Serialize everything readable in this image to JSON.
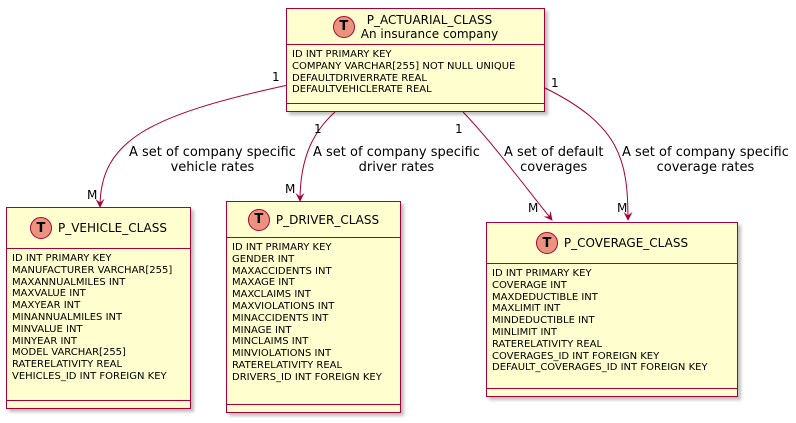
{
  "entities": {
    "actuarial": {
      "badge": "T",
      "name": "P_ACTUARIAL_CLASS",
      "subtitle": "An insurance company",
      "attributes": [
        "ID INT PRIMARY KEY",
        "COMPANY VARCHAR[255] NOT NULL UNIQUE",
        "DEFAULTDRIVERRATE REAL",
        "DEFAULTVEHICLERATE REAL"
      ]
    },
    "vehicle": {
      "badge": "T",
      "name": "P_VEHICLE_CLASS",
      "attributes": [
        "ID INT PRIMARY KEY",
        "MANUFACTURER VARCHAR[255]",
        "MAXANNUALMILES INT",
        "MAXVALUE INT",
        "MAXYEAR INT",
        "MINANNUALMILES INT",
        "MINVALUE INT",
        "MINYEAR INT",
        "MODEL VARCHAR[255]",
        "RATERELATIVITY REAL",
        "VEHICLES_ID INT FOREIGN KEY"
      ]
    },
    "driver": {
      "badge": "T",
      "name": "P_DRIVER_CLASS",
      "attributes": [
        "ID INT PRIMARY KEY",
        "GENDER INT",
        "MAXACCIDENTS INT",
        "MAXAGE INT",
        "MAXCLAIMS INT",
        "MAXVIOLATIONS INT",
        "MINACCIDENTS INT",
        "MINAGE INT",
        "MINCLAIMS INT",
        "MINVIOLATIONS INT",
        "RATERELATIVITY REAL",
        "DRIVERS_ID INT FOREIGN KEY"
      ]
    },
    "coverage": {
      "badge": "T",
      "name": "P_COVERAGE_CLASS",
      "attributes": [
        "ID INT PRIMARY KEY",
        "COVERAGE INT",
        "MAXDEDUCTIBLE INT",
        "MAXLIMIT INT",
        "MINDEDUCTIBLE INT",
        "MINLIMIT INT",
        "RATERELATIVITY REAL",
        "COVERAGES_ID INT FOREIGN KEY",
        "DEFAULT_COVERAGES_ID INT FOREIGN KEY"
      ]
    }
  },
  "relations": {
    "vehicle": {
      "label": "A set of company specific\nvehicle rates",
      "from_card": "1",
      "to_card": "M"
    },
    "driver": {
      "label": "A set of company specific\ndriver rates",
      "from_card": "1",
      "to_card": "M"
    },
    "default_cov": {
      "label": "A set of default\ncoverages",
      "from_card": "1",
      "to_card": "M"
    },
    "company_cov": {
      "label": "A set of company specific\ncoverage rates",
      "from_card": "1",
      "to_card": "M"
    }
  },
  "colors": {
    "border": "#A80036",
    "fill": "#FEFECE",
    "badge": "#EB937F"
  }
}
